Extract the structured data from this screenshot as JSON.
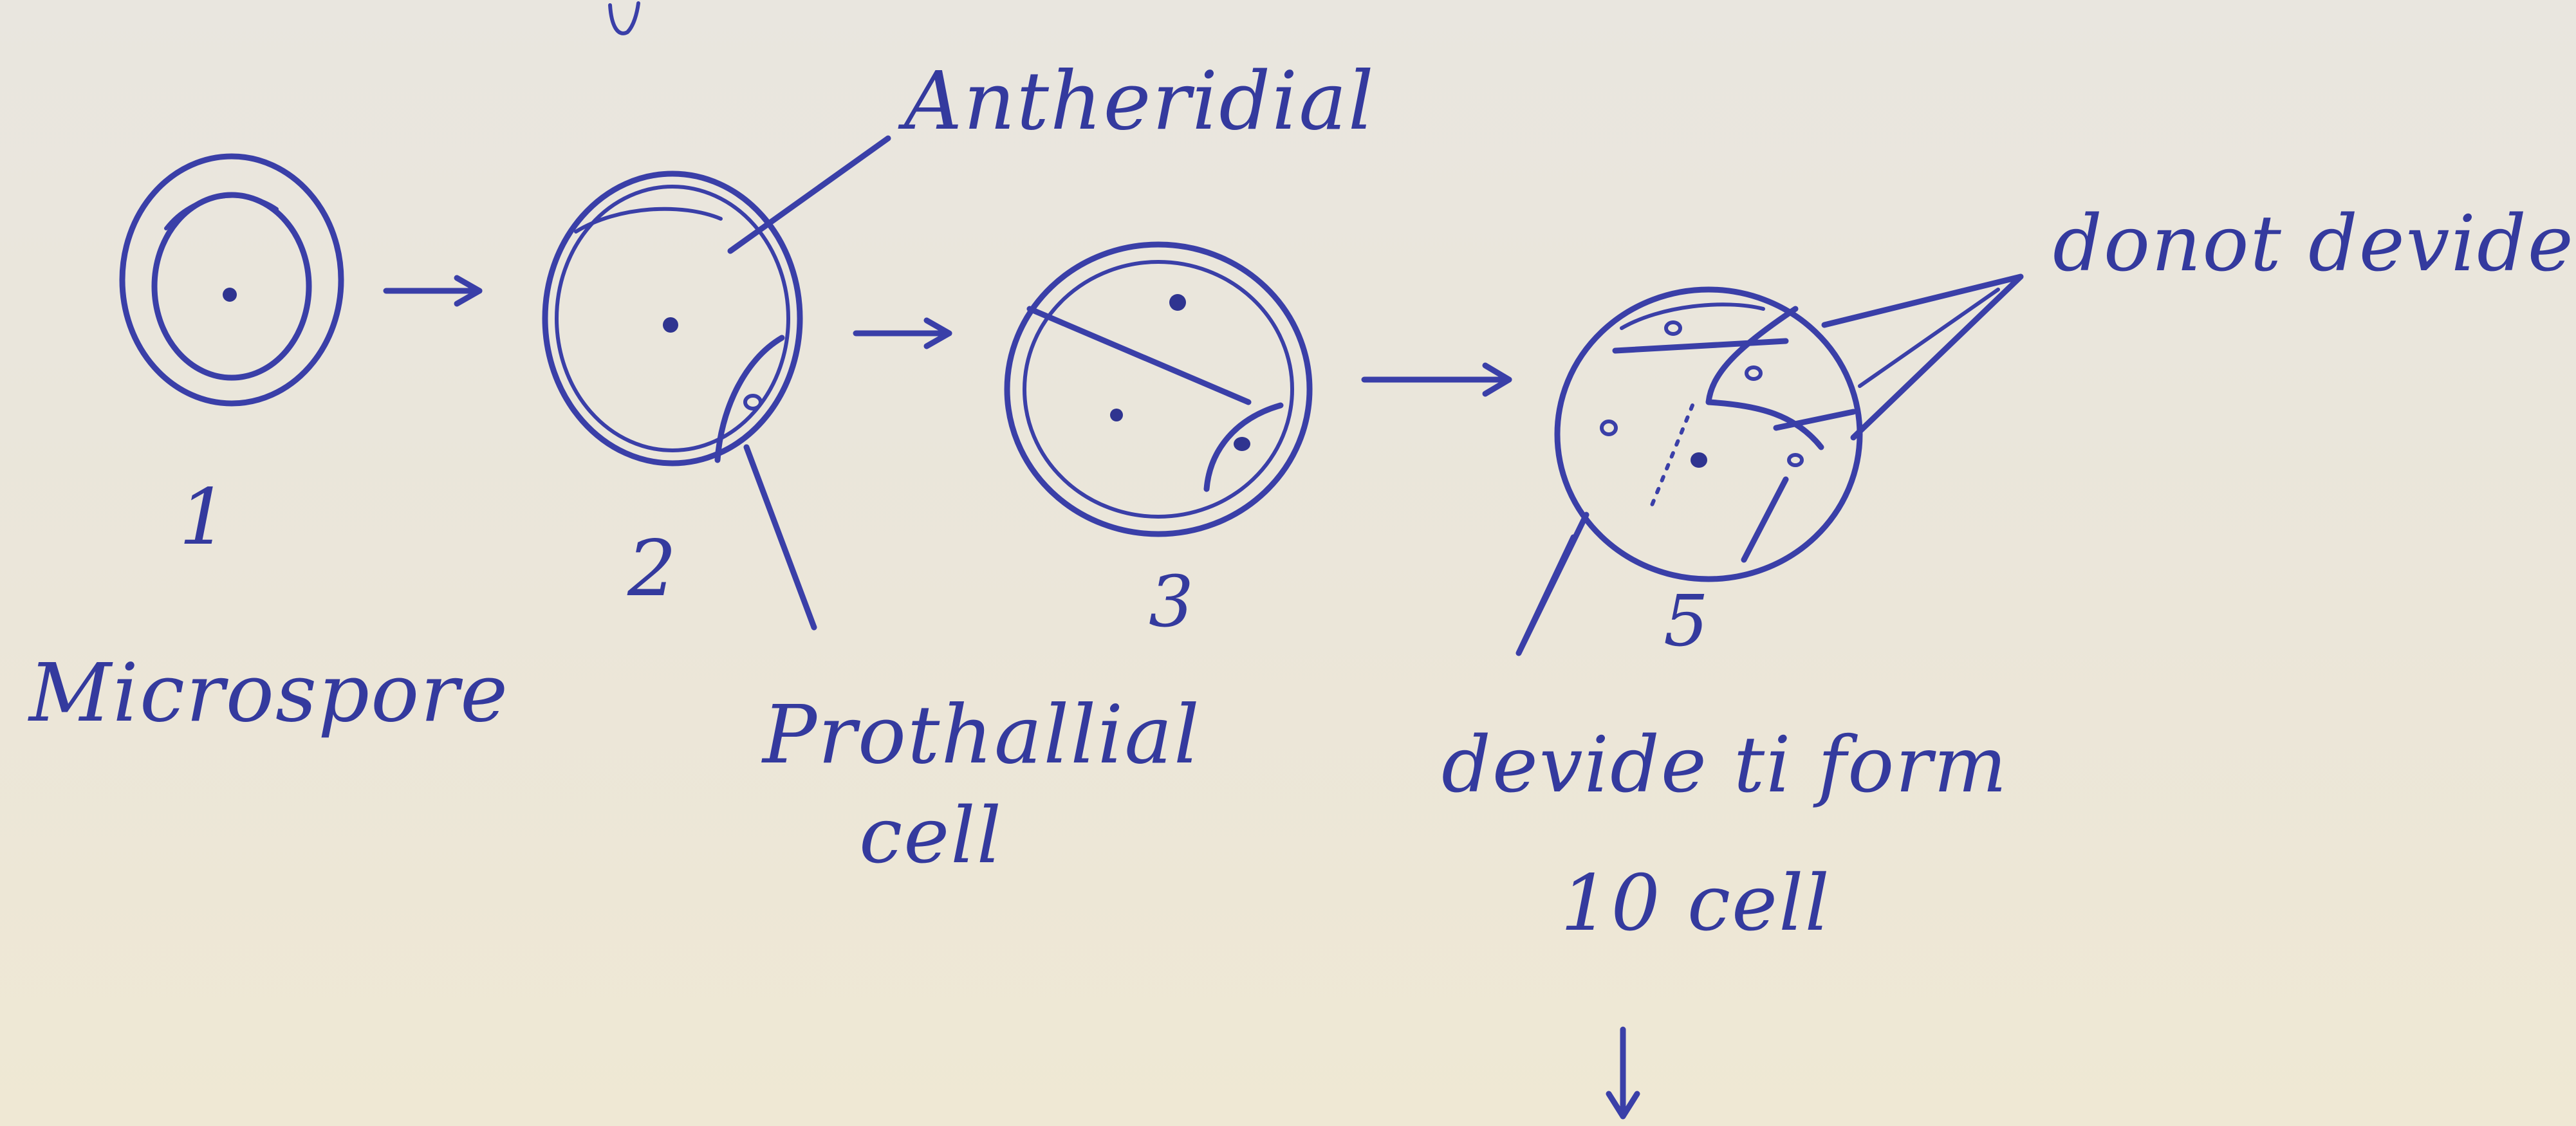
{
  "stages": [
    {
      "number": "1",
      "label": "Microspore"
    },
    {
      "number": "2",
      "label": ""
    },
    {
      "number": "3",
      "label": ""
    },
    {
      "number": "5",
      "label": ""
    }
  ],
  "labels": {
    "antheridial": "Antheridial",
    "prothallial_line1": "Prothallial",
    "prothallial_line2": "cell",
    "donot_divide": "donot devide",
    "divide_line1": "devide ti form",
    "divide_line2": "10 cell"
  },
  "colors": {
    "ink": "#3a3fa8",
    "paper": "#ebe6d9"
  }
}
